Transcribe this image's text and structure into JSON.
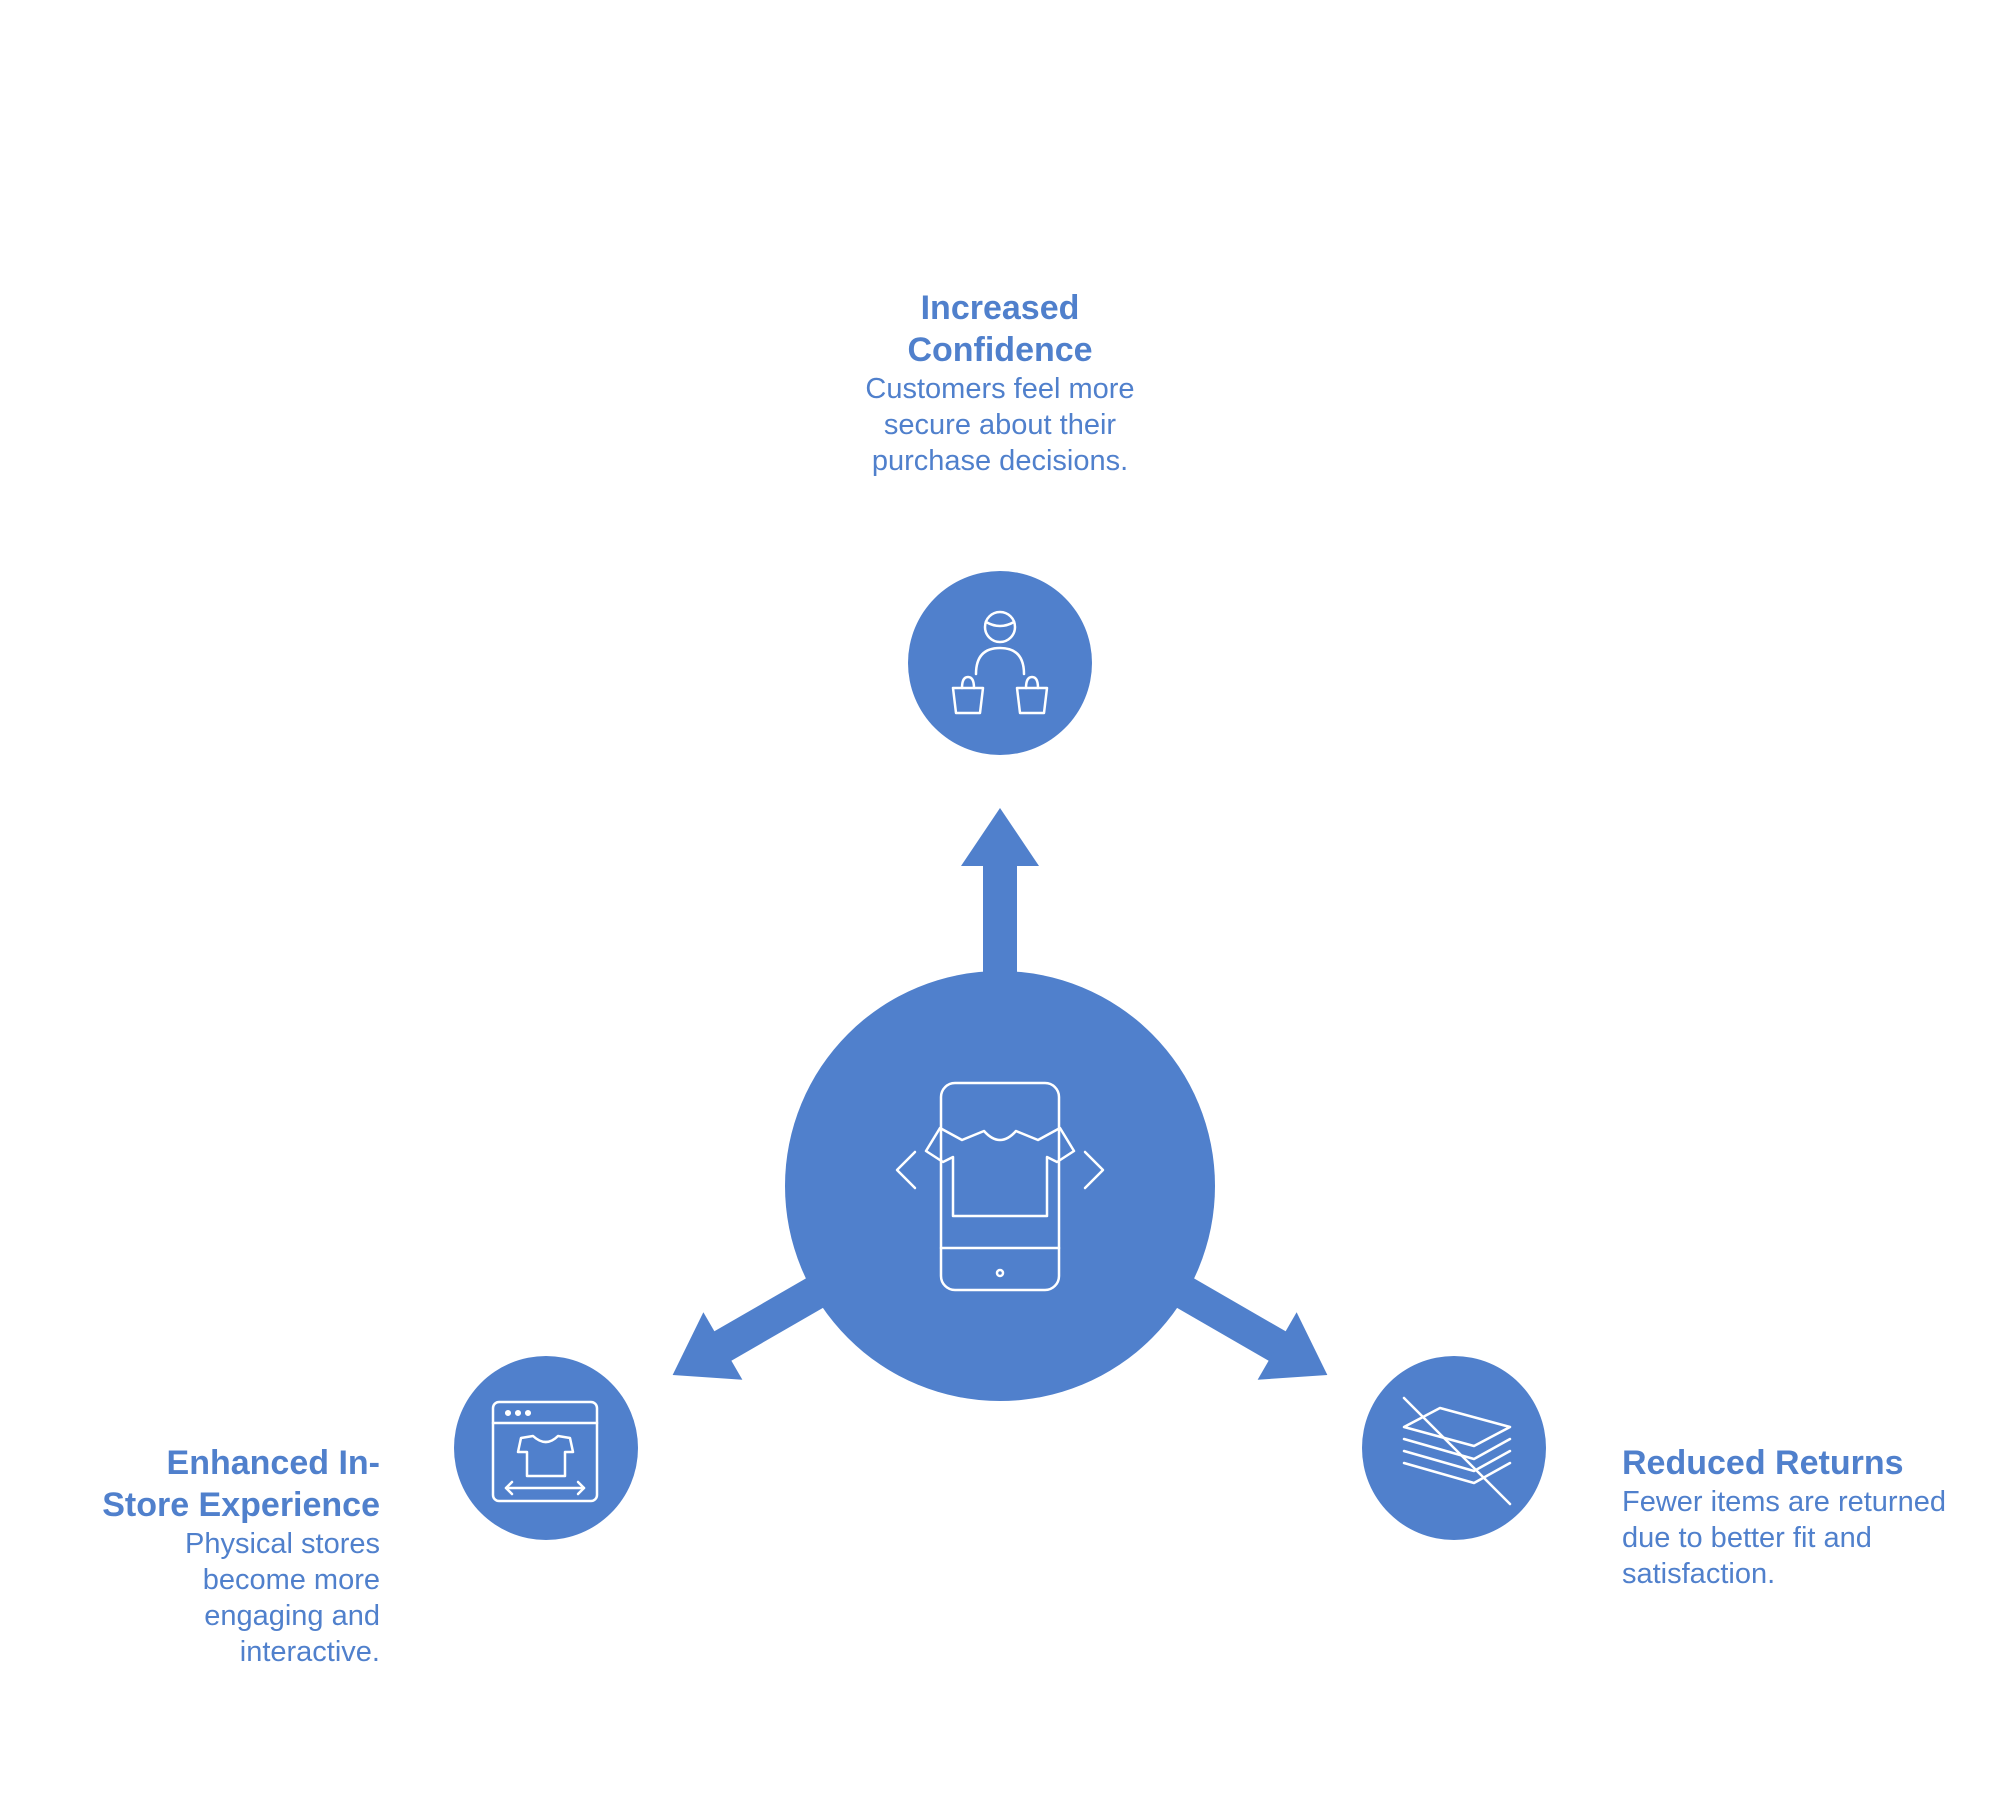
{
  "colors": {
    "accent": "#5080cc",
    "icon_stroke": "#ffffff",
    "background": "#ffffff"
  },
  "center": {
    "icon": "phone-virtual-tryon-icon"
  },
  "outcomes": [
    {
      "id": "top",
      "icon": "shopper-bags-icon",
      "title": "Increased Confidence",
      "description": "Customers feel more secure about their purchase decisions."
    },
    {
      "id": "left",
      "icon": "store-window-shirt-icon",
      "title": "Enhanced In-Store Experience",
      "description": "Physical stores become more engaging and interactive."
    },
    {
      "id": "right",
      "icon": "stack-crossed-out-icon",
      "title": "Reduced Returns",
      "description": "Fewer items are returned due to better fit and satisfaction."
    }
  ]
}
